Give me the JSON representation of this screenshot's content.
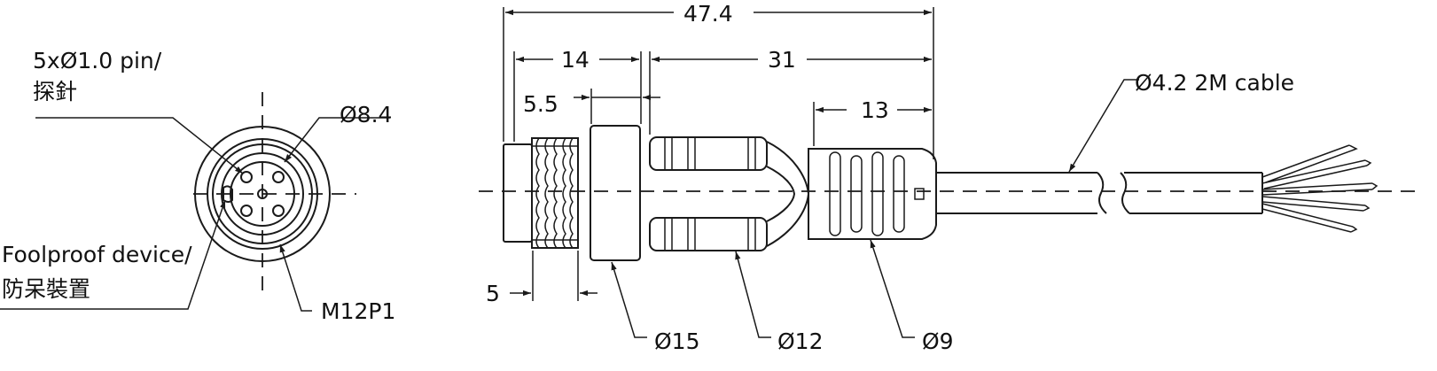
{
  "front_view": {
    "pin_label": "5xØ1.0 pin/",
    "pin_label_zh": "探針",
    "diameter_label": "Ø8.4",
    "foolproof_label": "Foolproof device/",
    "foolproof_label_zh": "防呆裝置",
    "thread_label": "M12P1"
  },
  "side_view": {
    "overall_length": "47.4",
    "dim_14": "14",
    "dim_31": "31",
    "dim_5_5": "5.5",
    "dim_13": "13",
    "dim_5": "5",
    "cable_label": "Ø4.2  2M cable",
    "dia_15": "Ø15",
    "dia_12": "Ø12",
    "dia_9": "Ø9"
  }
}
